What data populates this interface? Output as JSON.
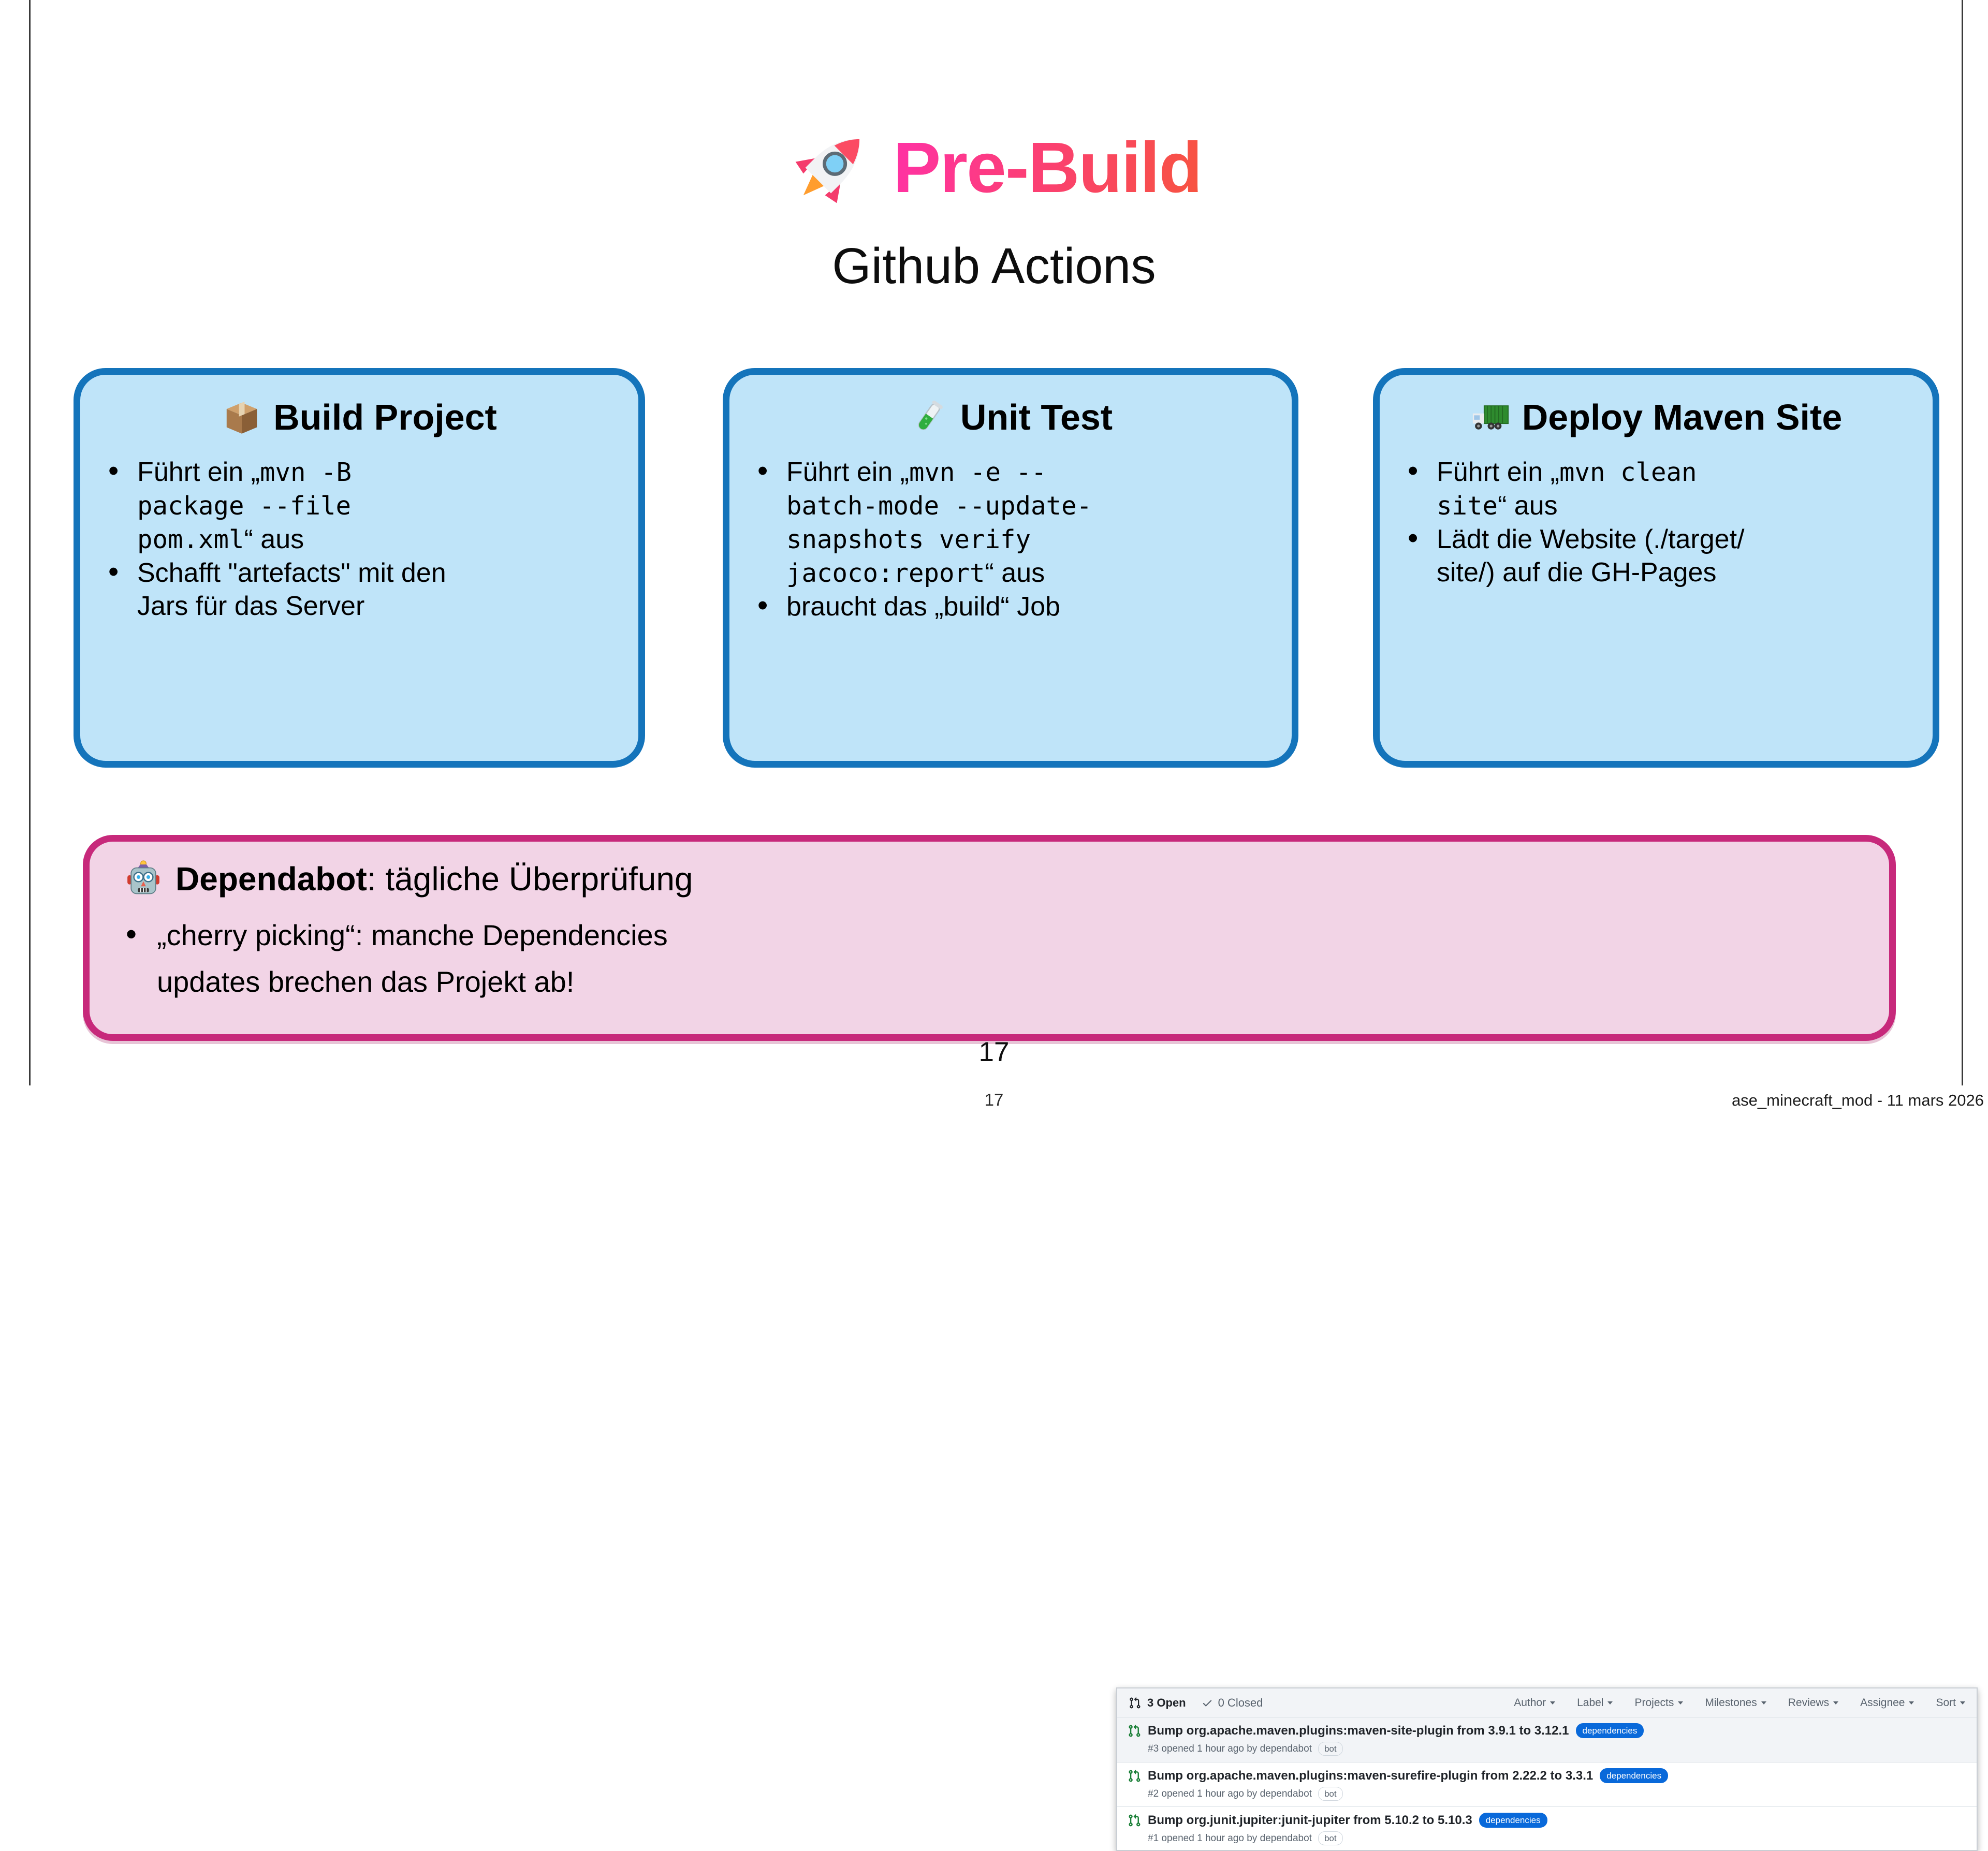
{
  "slide": {
    "title": "Pre-Build",
    "subtitle": "Github Actions"
  },
  "icons": {
    "rocket-icon": "🚀",
    "package-icon": "📦",
    "test-tube-icon": "🧪",
    "truck-icon": "🚚",
    "robot-icon": "🤖"
  },
  "boxes": [
    {
      "title": "Build Project",
      "icon": "package-icon",
      "bullets": [
        {
          "segments": [
            {
              "text": "Führt ein „"
            },
            {
              "text": "mvn -B",
              "mono": true
            },
            {
              "break": true
            },
            {
              "text": "package --file",
              "mono": true
            },
            {
              "break": true
            },
            {
              "text": "pom.xml",
              "mono": true
            },
            {
              "text": "“ aus"
            }
          ]
        },
        {
          "segments": [
            {
              "text": "Schafft \"artefacts\" mit den"
            },
            {
              "break": true
            },
            {
              "text": "Jars für das Server"
            }
          ]
        }
      ]
    },
    {
      "title": "Unit Test",
      "icon": "test-tube-icon",
      "bullets": [
        {
          "segments": [
            {
              "text": "Führt ein „"
            },
            {
              "text": "mvn -e --",
              "mono": true
            },
            {
              "break": true
            },
            {
              "text": "batch-mode --update-",
              "mono": true
            },
            {
              "break": true
            },
            {
              "text": "snapshots verify",
              "mono": true
            },
            {
              "break": true
            },
            {
              "text": "jacoco:report",
              "mono": true
            },
            {
              "text": "“ aus"
            }
          ]
        },
        {
          "segments": [
            {
              "text": "braucht das „build“ Job"
            }
          ]
        }
      ]
    },
    {
      "title": "Deploy Maven Site",
      "icon": "truck-icon",
      "bullets": [
        {
          "segments": [
            {
              "text": "Führt ein „"
            },
            {
              "text": "mvn clean",
              "mono": true
            },
            {
              "break": true
            },
            {
              "text": "site",
              "mono": true
            },
            {
              "text": "“ aus"
            }
          ]
        },
        {
          "segments": [
            {
              "text": "Lädt die Website (./target/"
            },
            {
              "break": true
            },
            {
              "text": "site/) auf die GH-Pages"
            }
          ]
        }
      ]
    }
  ],
  "dependabot": {
    "icon": "robot-icon",
    "title_bold": "Dependabot",
    "title_rest": ": tägliche Überprüfung",
    "bullet_segments": [
      {
        "text": "„cherry picking“: manche Dependencies"
      },
      {
        "break": true
      },
      {
        "text": "updates brechen das Projekt ab!"
      }
    ]
  },
  "github_panel": {
    "open_label": "3 Open",
    "closed_label": "0 Closed",
    "filters": [
      "Author",
      "Label",
      "Projects",
      "Milestones",
      "Reviews",
      "Assignee",
      "Sort"
    ],
    "rows": [
      {
        "title": "Bump org.apache.maven.plugins:maven-site-plugin from 3.9.1 to 3.12.1",
        "label": "dependencies",
        "meta": "#3 opened 1 hour ago by dependabot",
        "bot": "bot"
      },
      {
        "title": "Bump org.apache.maven.plugins:maven-surefire-plugin from 2.22.2 to 3.3.1",
        "label": "dependencies",
        "meta": "#2 opened 1 hour ago by dependabot",
        "bot": "bot"
      },
      {
        "title": "Bump org.junit.jupiter:junit-jupiter from 5.10.2 to 5.10.3",
        "label": "dependencies",
        "meta": "#1 opened 1 hour ago by dependabot",
        "bot": "bot"
      }
    ]
  },
  "footer": {
    "slide_page_number": "17",
    "page_number_small": "17",
    "deck_info": "ase_minecraft_mod - 11 mars 2026"
  },
  "colors": {
    "box_fill": "#bfe4f9",
    "box_border": "#1474bb",
    "pink_fill": "#f2d4e6",
    "pink_border": "#c7297b",
    "title_gradient_start": "#ff33a0",
    "title_gradient_end": "#f7543f",
    "label_blue": "#0969da",
    "pr_icon_green": "#1a7f37",
    "gh_gray_bg": "#f2f4f7",
    "gh_muted_text": "#59636e"
  }
}
